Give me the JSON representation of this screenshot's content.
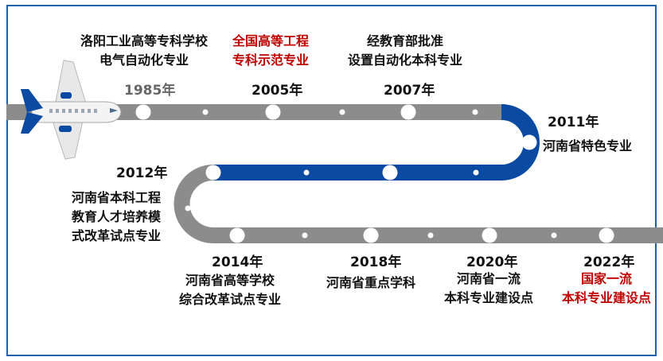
{
  "colors": {
    "grey_track": "#8c8c8c",
    "blue_track": "#0b4aa2",
    "frame": "#1f5fb4",
    "highlight": "#c00000",
    "dot": "#ffffff"
  },
  "icons": {
    "plane": "airplane-icon"
  },
  "milestones": [
    {
      "year": "1985年",
      "lines": [
        "洛阳工业高等专科学校",
        "电气自动化专业"
      ]
    },
    {
      "year": "2005年",
      "lines": [
        "全国高等工程",
        "专科示范专业"
      ]
    },
    {
      "year": "2007年",
      "lines": [
        "经教育部批准",
        "设置自动化本科专业"
      ]
    },
    {
      "year": "2011年",
      "lines": [
        "河南省特色专业"
      ]
    },
    {
      "year": "2012年",
      "lines": [
        "河南省本科工程",
        "教育人才培养模",
        "式改革试点专业"
      ]
    },
    {
      "year": "2014年",
      "lines": [
        "河南省高等学校",
        "综合改革试点专业"
      ]
    },
    {
      "year": "2018年",
      "lines": [
        "河南省重点学科"
      ]
    },
    {
      "year": "2020年",
      "lines": [
        "河南省一流",
        "本科专业建设点"
      ]
    },
    {
      "year": "2022年",
      "lines": [
        "国家一流",
        "本科专业建设点"
      ]
    }
  ]
}
